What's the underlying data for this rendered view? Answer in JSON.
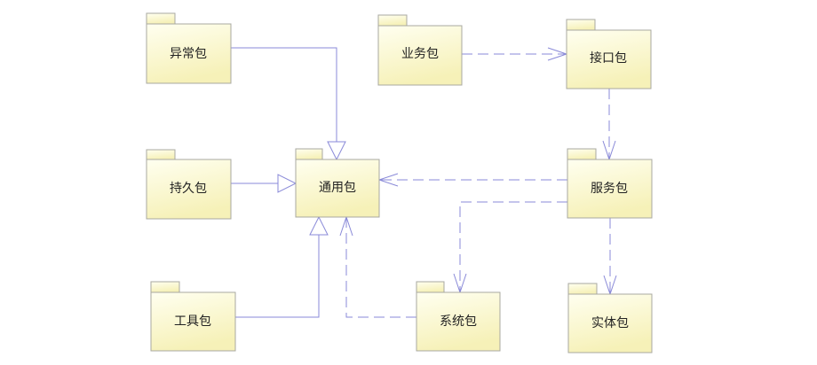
{
  "diagram": {
    "type": "UML package diagram",
    "packages": {
      "exception": "异常包",
      "persistence": "持久包",
      "common": "通用包",
      "tools": "工具包",
      "business": "业务包",
      "interface": "接口包",
      "service": "服务包",
      "system": "系统包",
      "entity": "实体包"
    },
    "relations": [
      {
        "from": "异常包",
        "to": "通用包",
        "kind": "generalization"
      },
      {
        "from": "持久包",
        "to": "通用包",
        "kind": "generalization"
      },
      {
        "from": "工具包",
        "to": "通用包",
        "kind": "generalization"
      },
      {
        "from": "业务包",
        "to": "接口包",
        "kind": "dependency"
      },
      {
        "from": "接口包",
        "to": "服务包",
        "kind": "dependency"
      },
      {
        "from": "服务包",
        "to": "通用包",
        "kind": "dependency"
      },
      {
        "from": "服务包",
        "to": "系统包",
        "kind": "dependency"
      },
      {
        "from": "服务包",
        "to": "实体包",
        "kind": "dependency"
      },
      {
        "from": "系统包",
        "to": "通用包",
        "kind": "dependency"
      }
    ],
    "colors": {
      "line": "#8a8ad8",
      "fill_top": "#fffff0",
      "fill_bottom": "#f6f1b8",
      "border": "#a8a8a0"
    }
  }
}
